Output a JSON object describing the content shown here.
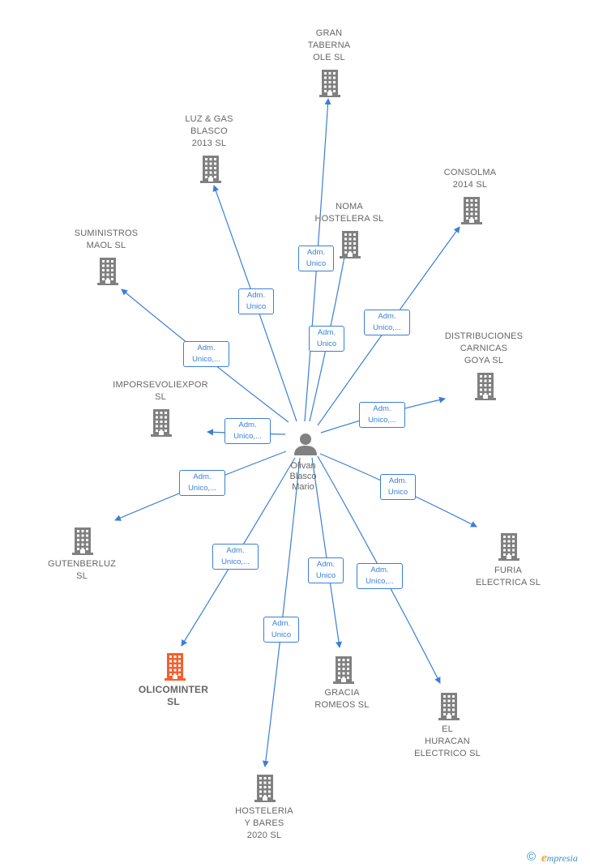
{
  "colors": {
    "edge": "#3a7fd5",
    "building": "#808080",
    "highlight": "#f4602f",
    "person": "#808080"
  },
  "person": {
    "name": "Olivan\nBlasco\nMario",
    "icon": "person-icon"
  },
  "companies": [
    {
      "id": "gran-taberna",
      "label": "GRAN\nTABERNA\nOLE SL"
    },
    {
      "id": "luz-gas",
      "label": "LUZ & GAS\nBLASCO\n2013 SL"
    },
    {
      "id": "consolma",
      "label": "CONSOLMA\n2014  SL"
    },
    {
      "id": "noma",
      "label": "NOMA\nHOSTELERA SL"
    },
    {
      "id": "suministros",
      "label": "SUMINISTROS\nMAOL SL"
    },
    {
      "id": "distribuciones",
      "label": "DISTRIBUCIONES\nCARNICAS\nGOYA  SL"
    },
    {
      "id": "imporsevoliexpor",
      "label": "IMPORSEVOLIEXPOR\nSL"
    },
    {
      "id": "gutenberluz",
      "label": "GUTENBERLUZ\nSL"
    },
    {
      "id": "furia",
      "label": "FURIA\nELECTRICA  SL"
    },
    {
      "id": "olicominter",
      "label": "OLICOMINTER\nSL",
      "highlight": true
    },
    {
      "id": "gracia",
      "label": "GRACIA\nROMEOS  SL"
    },
    {
      "id": "huracan",
      "label": "EL\nHURACAN\nELECTRICO  SL"
    },
    {
      "id": "hosteleria",
      "label": "HOSTELERIA\nY BARES\n2020  SL"
    }
  ],
  "roles": {
    "gran-taberna": [
      "Adm.",
      "Unico"
    ],
    "luz-gas": [
      "Adm.",
      "Unico"
    ],
    "consolma": [
      "Adm.",
      "Unico,..."
    ],
    "noma": [
      "Adm.",
      "Unico"
    ],
    "suministros": [
      "Adm.",
      "Unico,..."
    ],
    "distribuciones": [
      "Adm.",
      "Unico,..."
    ],
    "imporsevoliexpor": [
      "Adm.",
      "Unico,..."
    ],
    "gutenberluz": [
      "Adm.",
      "Unico,..."
    ],
    "furia": [
      "Adm.",
      "Unico"
    ],
    "olicominter": [
      "Adm.",
      "Unico,..."
    ],
    "gracia": [
      "Adm.",
      "Unico"
    ],
    "huracan": [
      "Adm.",
      "Unico,..."
    ],
    "hosteleria": [
      "Adm.",
      "Unico"
    ]
  },
  "footer": {
    "copyright": "©",
    "brand_e": "e",
    "brand_rest": "mpresia"
  }
}
